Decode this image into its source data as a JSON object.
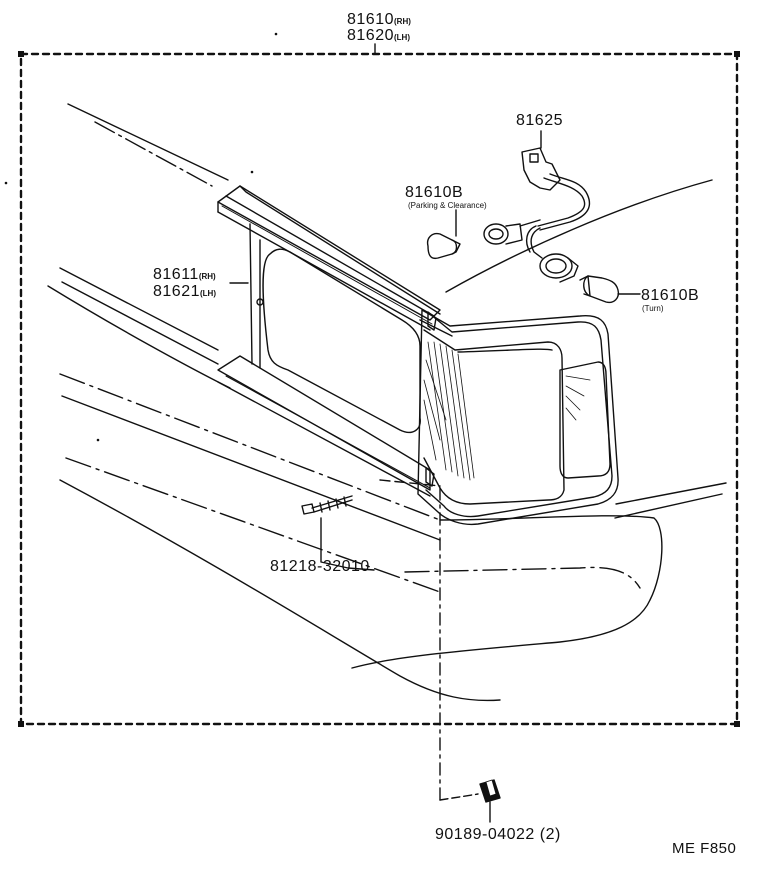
{
  "labels": {
    "assy_rh_pn": "81610",
    "assy_rh_suffix": "(RH)",
    "assy_lh_pn": "81620",
    "assy_lh_suffix": "(LH)",
    "socket_pn": "81625",
    "bulb_parking_pn": "81610B",
    "bulb_parking_note": "(Parking & Clearance)",
    "housing_rh_pn": "81611",
    "housing_rh_suffix": "(RH)",
    "housing_lh_pn": "81621",
    "housing_lh_suffix": "(LH)",
    "bulb_turn_pn": "81610B",
    "bulb_turn_note": "(Turn)",
    "screw_pn": "81218-32010",
    "clip_pn": "90189-04022 (2)",
    "drawing_code": "ME F850"
  }
}
